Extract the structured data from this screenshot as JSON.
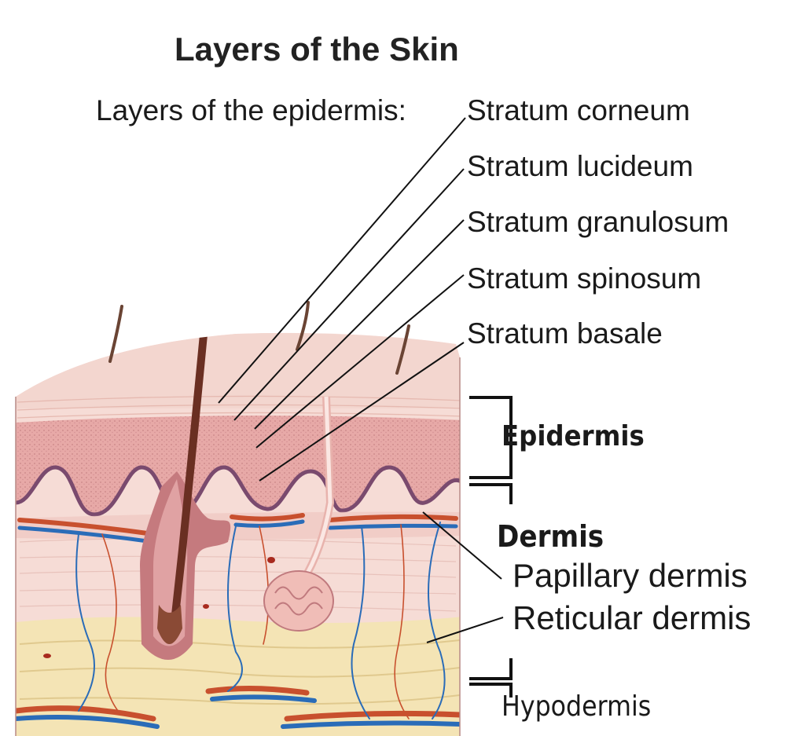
{
  "title": "Layers of the Skin",
  "epidermis_heading": "Layers of the epidermis:",
  "strata": [
    "Stratum corneum",
    "Stratum lucideum",
    "Stratum granulosum",
    "Stratum spinosum",
    "Stratum basale"
  ],
  "regions": {
    "epidermis": "Epidermis",
    "dermis": "Dermis",
    "papillary": "Papillary dermis",
    "reticular": "Reticular dermis",
    "hypodermis": "Hypodermis"
  },
  "colors": {
    "surface": "#f3d6cf",
    "epidermis": "#e7a9a7",
    "basal_line": "#7a4a6e",
    "dermis": "#f6dcd6",
    "hypodermis": "#f4e4b5",
    "artery": "#c8502e",
    "vein": "#2a6cb8",
    "hair": "#6a2f22",
    "leader": "#111111"
  }
}
